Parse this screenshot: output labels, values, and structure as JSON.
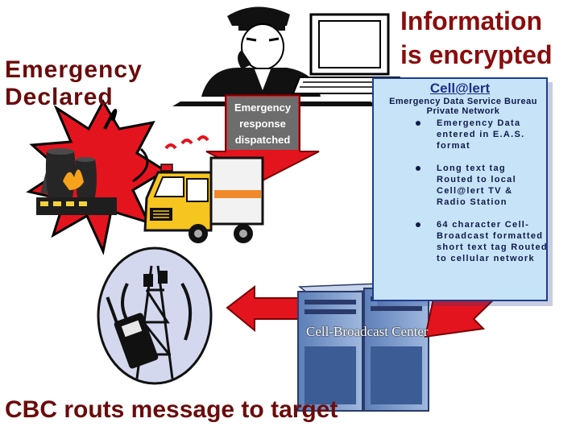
{
  "labels": {
    "emergency_declared": "Emergency Declared",
    "information_encrypted": "Information is encrypted",
    "cbc_routes": "CBC routs message to target",
    "dispatch": "Emergency response dispatched",
    "cbc": "Cell-Broadcast Center"
  },
  "panel": {
    "title": "Cell@lert",
    "subtitle": "Emergency Data Service Bureau Private Network",
    "bullets": [
      "Emergency Data entered in E.A.S. format",
      "Long text tag Routed to local Cell@lert TV & Radio Station",
      "64 character Cell-Broadcast formatted short text tag Routed to cellular network"
    ]
  },
  "colors": {
    "heading": "#6b0b0b",
    "accent_red": "#e4141e",
    "panel_bg": "#c7e3f7",
    "panel_text": "#0e1a4a"
  },
  "icons": [
    "explosion-icon",
    "nuclear-plant-icon",
    "dispatcher-icon",
    "computer-icon",
    "truck-icon",
    "tower-icon",
    "phone-icon",
    "server-icon"
  ]
}
